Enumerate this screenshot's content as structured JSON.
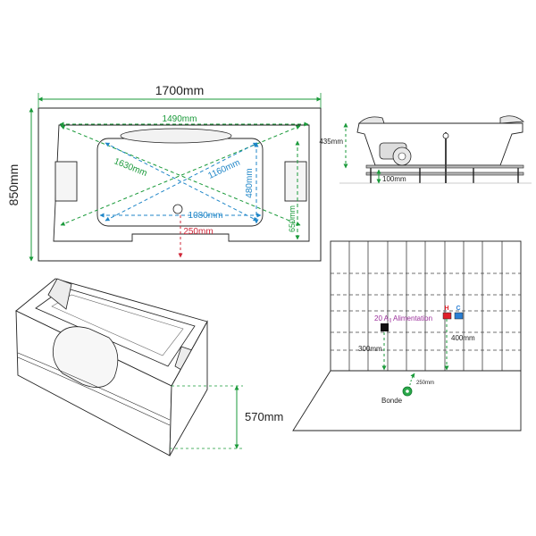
{
  "top_view": {
    "overall_length": "1700mm",
    "overall_width": "850mm",
    "inner_length": "1490mm",
    "diag_long": "1630mm",
    "diag_short": "1160mm",
    "basin_depth": "480mm",
    "basin_length": "1080mm",
    "drain_offset": "250mm",
    "side_width": "650mm"
  },
  "side_view": {
    "height_label": "435mm",
    "leg_label": "100mm"
  },
  "perspective_view": {
    "height_label": "570mm"
  },
  "install_view": {
    "power_label": "20 A",
    "power_desc": "Alimentation",
    "hot_label": "H",
    "cold_label": "C",
    "power_height": "300mm",
    "water_height": "400mm",
    "drain_offset": "250mm",
    "drain_label": "Bonde"
  },
  "colors": {
    "dim_green": "#1a9a3a",
    "dim_blue": "#1f86c8",
    "dim_red": "#d0283a",
    "label_purple": "#9b2f9b",
    "hot_red": "#e0202a",
    "cold_blue": "#2a7fd4",
    "line": "#222222"
  }
}
